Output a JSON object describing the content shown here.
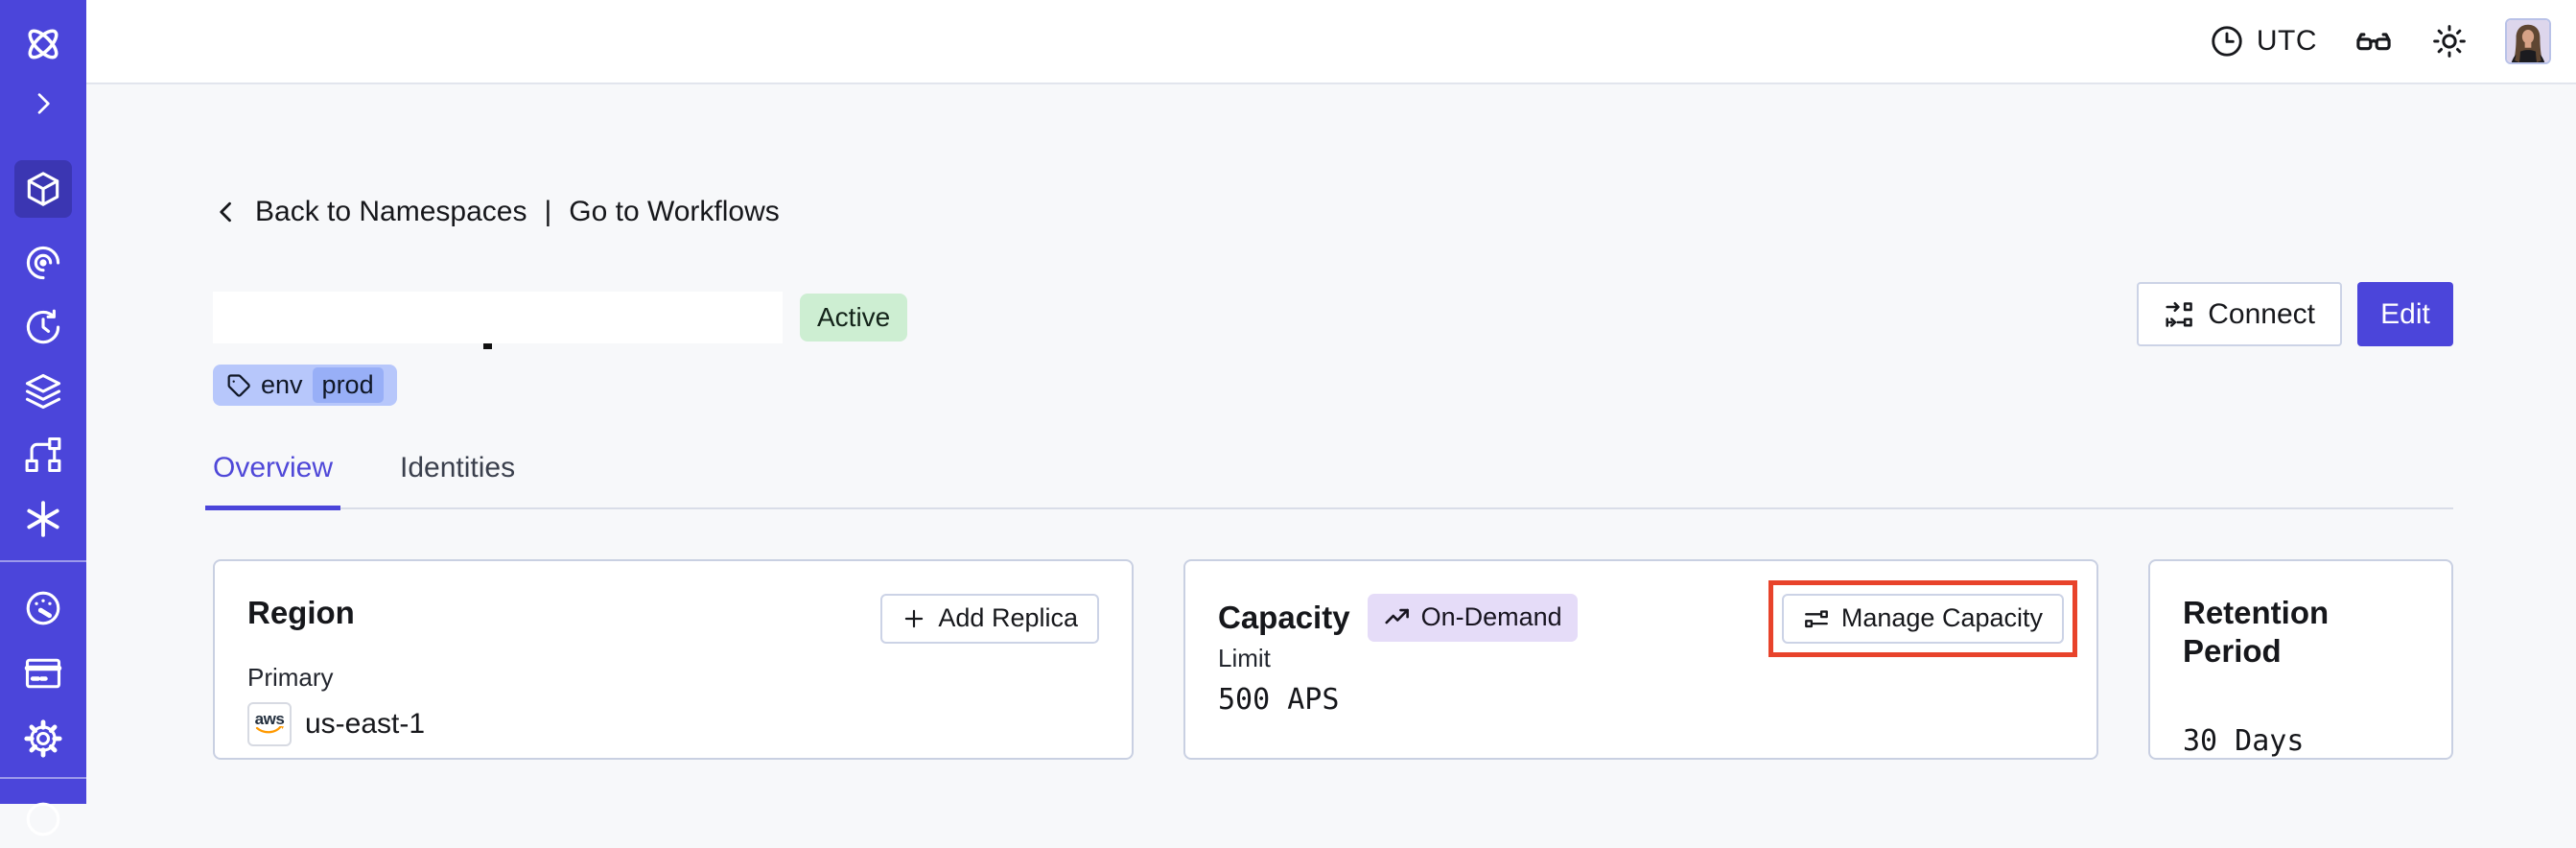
{
  "topbar": {
    "timezone": "UTC",
    "icons": {
      "clock": "clock-icon",
      "glasses": "glasses-icon",
      "sun": "light-theme-icon",
      "avatar": "user-avatar"
    }
  },
  "sidebar": {
    "icons": [
      {
        "name": "temporal-logo"
      },
      {
        "name": "expand-sidebar-chevron"
      },
      {
        "name": "namespaces-cube",
        "active": true
      },
      {
        "name": "observability-spiral"
      },
      {
        "name": "schedules-clock"
      },
      {
        "name": "deployments-layers"
      },
      {
        "name": "nexus-branch"
      },
      {
        "name": "batch-asterisk"
      },
      {
        "name": "usage-gauge"
      },
      {
        "name": "billing-card"
      },
      {
        "name": "settings-gear"
      },
      {
        "name": "account-circle-partial"
      }
    ]
  },
  "page": {
    "breadcrumb": {
      "back": "Back to Namespaces",
      "separator": "|",
      "go": "Go to Workflows"
    },
    "status": "Active",
    "tag": {
      "key": "env",
      "value": "prod"
    },
    "actions": {
      "connect": "Connect",
      "edit": "Edit"
    },
    "tabs": [
      {
        "label": "Overview",
        "active": true
      },
      {
        "label": "Identities",
        "active": false
      }
    ],
    "cards": {
      "region": {
        "title": "Region",
        "action": "Add Replica",
        "label": "Primary",
        "provider": "aws",
        "value": "us-east-1"
      },
      "capacity": {
        "title": "Capacity",
        "badge": "On-Demand",
        "action": "Manage Capacity",
        "label": "Limit",
        "value": "500 APS"
      },
      "retention": {
        "title": "Retention Period",
        "value": "30 Days"
      }
    }
  },
  "colors": {
    "sidebar": "#4b45da",
    "sidebar_selected": "#3b36b2",
    "accent": "#4b45da",
    "active_badge_bg": "#cdeed2",
    "tag_chip_bg": "#b7c7fb",
    "tag_value_bg": "#98aff7",
    "ondemand_badge_bg": "#e5dcf8",
    "card_border": "#c9d0e2",
    "highlight_box": "#e8432b",
    "aws_orange": "#ff9900"
  }
}
